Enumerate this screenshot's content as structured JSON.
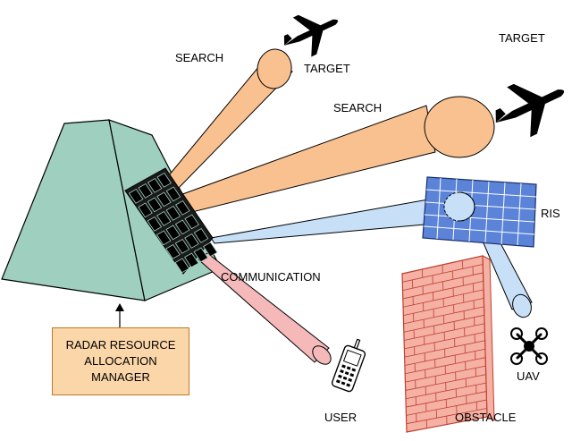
{
  "labels": {
    "search_1": "SEARCH",
    "target_1": "TARGET",
    "search_2": "SEARCH",
    "target_2": "TARGET",
    "ris": "RIS",
    "communication": "COMMUNICATION",
    "user": "USER",
    "uav": "UAV",
    "obstacle": "OBSTACLE"
  },
  "manager": {
    "line1": "RADAR RESOURCE",
    "line2": "ALLOCATION",
    "line3": "MANAGER"
  },
  "colors": {
    "radar_body": "#9ecfbf",
    "array_element": "#111111",
    "search_beam": "#f9c18f",
    "comm_beam_ris": "#c7e0f7",
    "user_beam": "#f6b9b9",
    "ris_panel": "#5b83d8",
    "obstacle_brick": "#f4b1a4",
    "manager_box": "#fbd6a8"
  },
  "icons": [
    "airplane-icon",
    "airplane-icon",
    "mobile-phone-icon",
    "drone-icon"
  ]
}
